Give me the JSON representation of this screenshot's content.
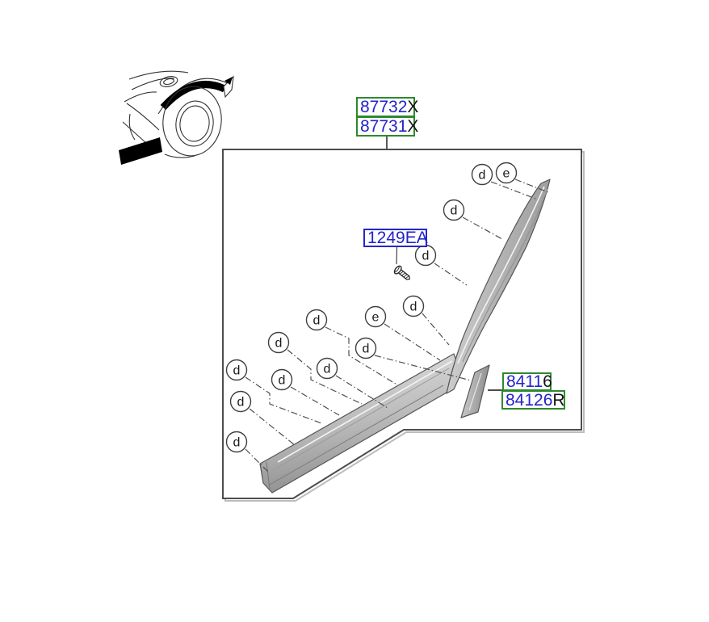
{
  "diagram": {
    "part_labels": {
      "upper": [
        {
          "code": "87732",
          "suffix": "X"
        },
        {
          "code": "87731",
          "suffix": "X"
        }
      ],
      "fastener": {
        "code": "1249EA",
        "suffix": ""
      },
      "side": [
        {
          "code": "8411",
          "suffix": "6"
        },
        {
          "code": "84126",
          "suffix": "R"
        }
      ]
    },
    "callouts": [
      {
        "label": "d"
      },
      {
        "label": "e"
      },
      {
        "label": "d"
      },
      {
        "label": "d"
      },
      {
        "label": "d"
      },
      {
        "label": "e"
      },
      {
        "label": "d"
      },
      {
        "label": "d"
      },
      {
        "label": "d"
      },
      {
        "label": "d"
      },
      {
        "label": "d"
      },
      {
        "label": "d"
      },
      {
        "label": "d"
      },
      {
        "label": "d"
      }
    ],
    "colors": {
      "part_number_text": "#2323cb",
      "suffix_text": "#141414",
      "green_box_border": "#2d8a2d",
      "blue_box_border": "#2626cd",
      "frame_border": "#4c4c4c"
    }
  }
}
